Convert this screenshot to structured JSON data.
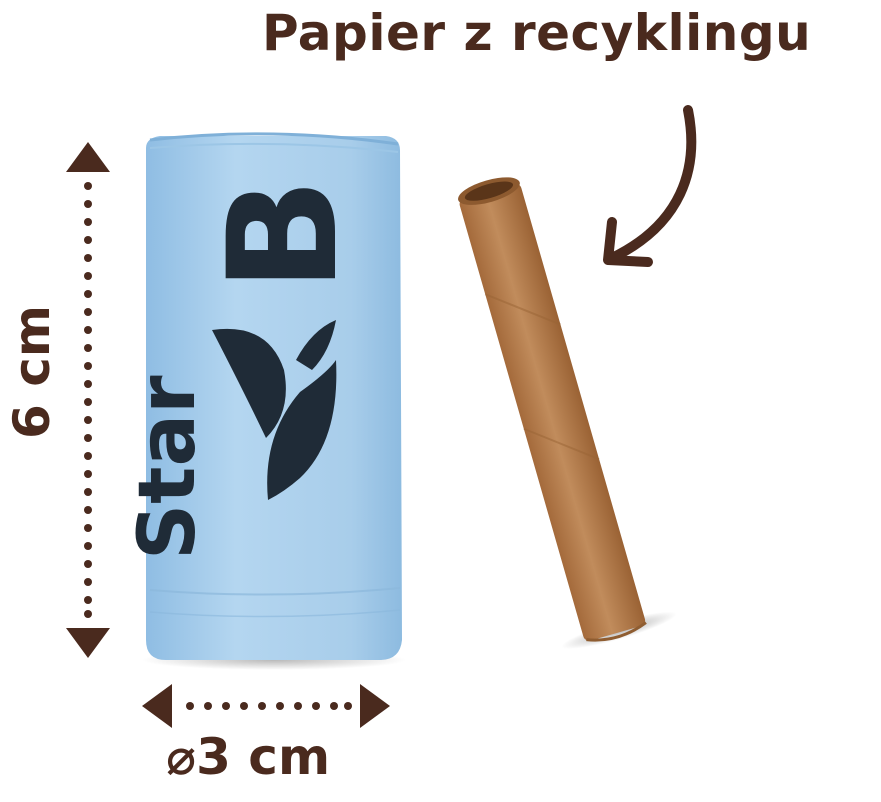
{
  "title": "Papier z recyklingu",
  "dimensions": {
    "height_label": "6 cm",
    "diameter_label": "⌀3 cm"
  },
  "roll_print": {
    "brand_fragment_1": "Star",
    "brand_fragment_2": "B"
  },
  "colors": {
    "text_brown": "#4a2a1e",
    "arrow_brown": "#4a2a1e",
    "roll_blue": "#a9cdea",
    "roll_print_dark": "#1f2b37",
    "tube_kraft": "#b6804f"
  },
  "icons": {
    "curved_arrow": "curved-arrow-icon",
    "dimension_arrows": "double-arrow-dotted-icon",
    "leaf_logo": "leaf-icon"
  }
}
